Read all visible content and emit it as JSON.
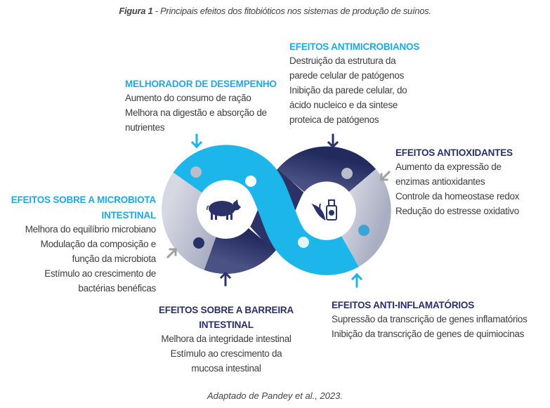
{
  "caption": {
    "label": "Figura 1",
    "text": " - Principais efeitos dos fitobióticos nos sistemas de produção de suínos."
  },
  "blocks": {
    "desempenho": {
      "title": "MELHORADOR DE DESEMPENHO",
      "lines": [
        "Aumento do consumo de ração",
        "Melhora na digestão e absorção de",
        "nutrientes"
      ]
    },
    "antimicrobianos": {
      "title": "EFEITOS ANTIMICROBIANOS",
      "lines": [
        "Destruição da estrutura da",
        "parede celular de patógenos",
        "Inibição da parede celular, do",
        "ácido nucleico e da sintese",
        "proteica de patógenos"
      ]
    },
    "antioxidantes": {
      "title": "EFEITOS ANTIOXIDANTES",
      "lines": [
        "Aumento da expressão de",
        "enzimas antioxidantes",
        "Controle da homeostase redox",
        "Redução do estresse oxidativo"
      ]
    },
    "microbiota": {
      "title_lines": [
        "EFEITOS SOBRE A MICROBIOTA",
        "INTESTINAL"
      ],
      "lines": [
        "Melhora do equilíbrio microbiano",
        "Modulação da composição e",
        "função da microbiota",
        "Estímulo ao crescimento de",
        "bactérias benéficas"
      ]
    },
    "barreira": {
      "title_lines": [
        "EFEITOS SOBRE A BARREIRA",
        "INTESTINAL"
      ],
      "lines": [
        "Melhora da integridade intestinal",
        "Estímulo ao crescimento da",
        "mucosa intestinal"
      ]
    },
    "antiinflamatorios": {
      "title": "EFEITOS ANTI-INFLAMATÓRIOS",
      "lines": [
        "Supressão da transcrição de genes inflamatórios",
        "Inibição da transcrição de genes de quimiocinas"
      ]
    }
  },
  "source": "Adaptado de Pandey et al., 2023.",
  "colors": {
    "light_blue": "#1db6ea",
    "navy": "#2b3268",
    "gray": "#b9bdcc",
    "heading_blue": "#1ea9e1"
  }
}
